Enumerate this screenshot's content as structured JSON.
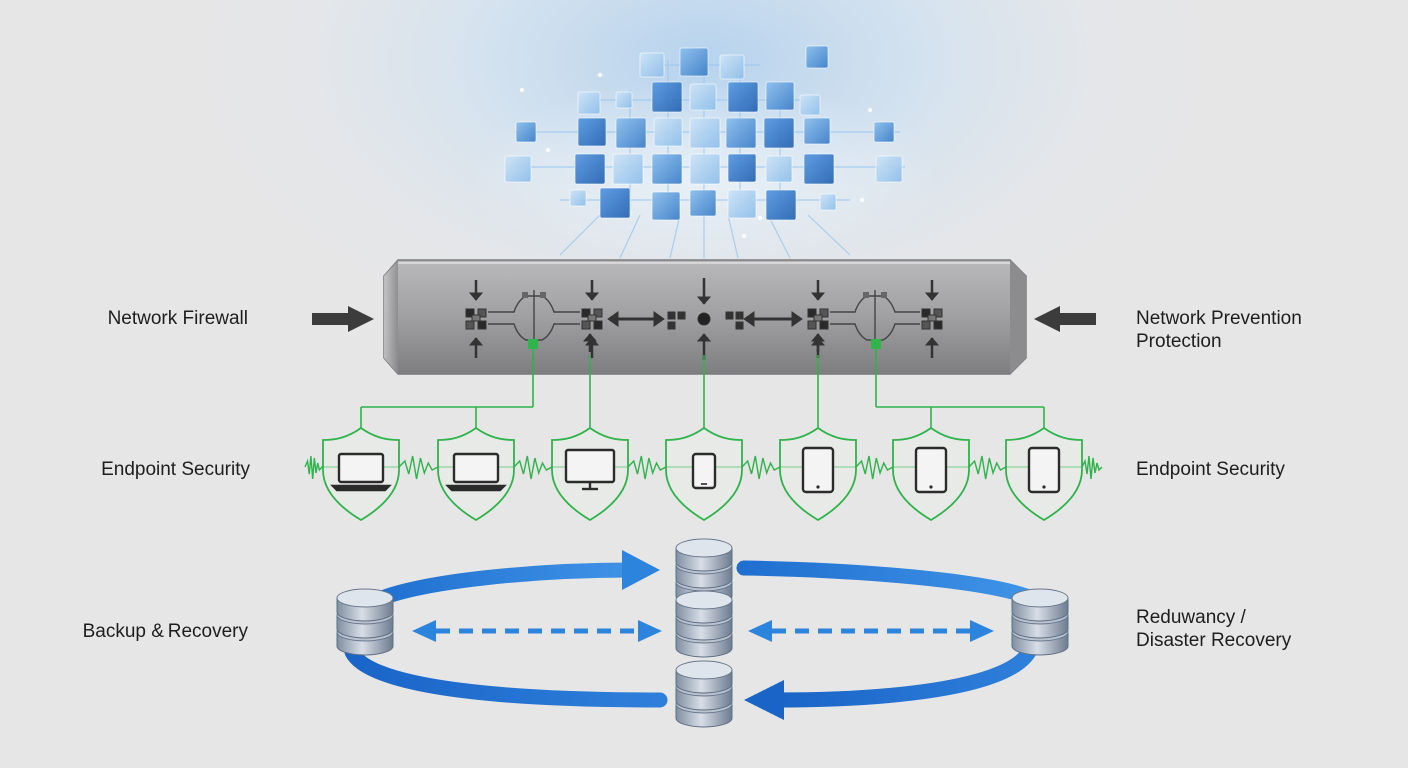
{
  "labels": {
    "network_firewall": "Network Firewall",
    "network_prevention_line1": "Network Prevention",
    "network_prevention_line2": "Protection",
    "endpoint_security_left": "Endpoint Security",
    "endpoint_security_right": "Endpoint Security",
    "backup_recovery": "Backup & Recovery",
    "redundancy_line1": "Reduwancy  /",
    "redundancy_line2": "Disaster Recovery"
  },
  "endpoints": [
    {
      "device": "laptop-icon"
    },
    {
      "device": "laptop-icon"
    },
    {
      "device": "monitor-icon"
    },
    {
      "device": "phone-icon"
    },
    {
      "device": "tablet-icon"
    },
    {
      "device": "tablet-icon"
    },
    {
      "device": "tablet-icon"
    }
  ],
  "colors": {
    "cloud_blue": "#4f8fd4",
    "endpoint_green": "#2fb34a",
    "flow_blue": "#1f73d2",
    "firewall_gray": "#9a9a9c",
    "arrow_dark": "#3c3c3c"
  }
}
